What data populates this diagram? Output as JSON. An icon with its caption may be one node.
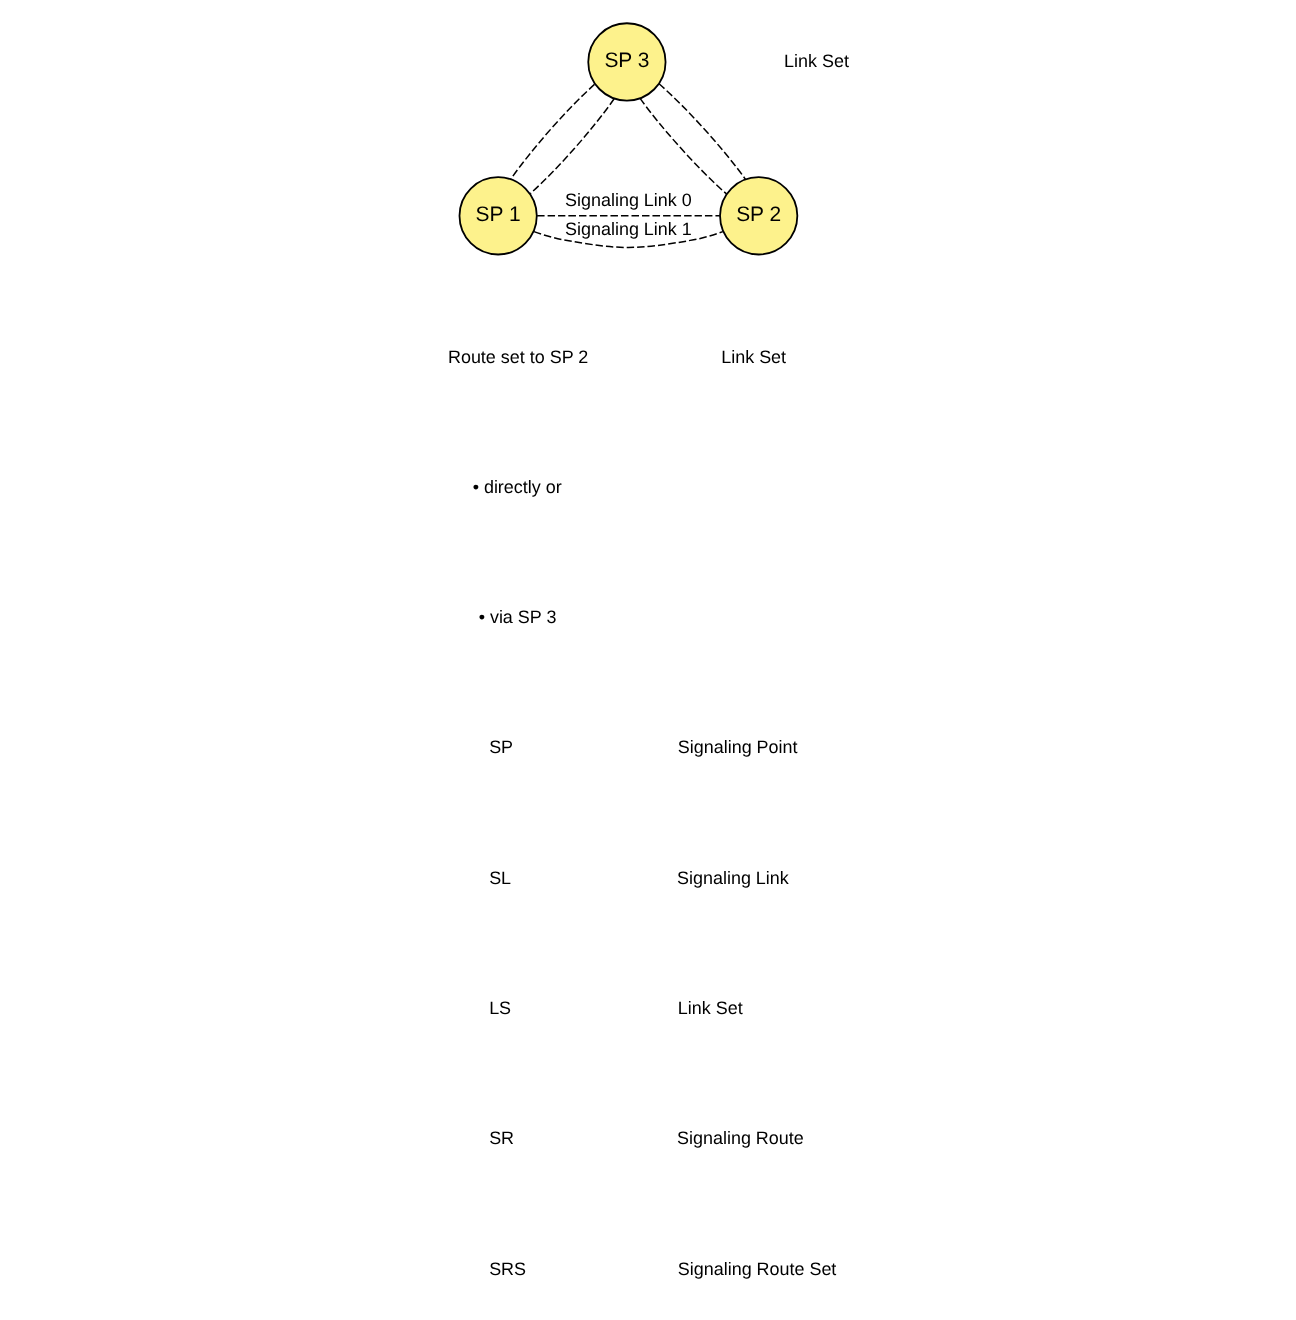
{
  "diagram": {
    "nodes": [
      {
        "text": [
          "SP 3"
        ]
      },
      {
        "text": [
          "SP 1"
        ]
      },
      {
        "text": [
          "SP 2"
        ]
      }
    ],
    "edges": [
      {
        "from": 0,
        "to": 1,
        "arrow": "none",
        "style": "dashed"
      },
      {
        "from": 0,
        "to": 1,
        "arrow": "none",
        "style": "dashed"
      },
      {
        "from": 0,
        "to": 2,
        "arrow": "none",
        "style": "dashed"
      },
      {
        "from": 0,
        "to": 2,
        "arrow": "none",
        "style": "dashed"
      },
      {
        "from": 1,
        "to": 2,
        "arrow": "none",
        "style": "dashed",
        "label": "Signaling Link 0"
      },
      {
        "from": 1,
        "to": 2,
        "arrow": "none",
        "style": "dashed",
        "label": "Signaling Link 1"
      }
    ],
    "labels": [
      "Link Set",
      "Route set to SP 2",
      "• directly or",
      "• via SP 3",
      "Link Set",
      "SP",
      "Signaling Point",
      "SL",
      "Signaling Link",
      "LS",
      "Link Set",
      "SR",
      "Signaling Route",
      "SRS",
      "Signaling Route Set"
    ]
  }
}
